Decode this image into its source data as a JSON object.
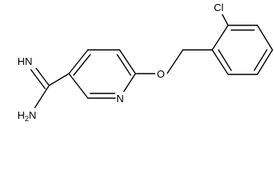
{
  "structure": {
    "atoms": {
      "imine": "HN",
      "amine": "H",
      "amine_h": "N",
      "amine_sub": "2",
      "pyridine_n": "N",
      "ether_o": "O",
      "chlorine": "Cl"
    },
    "colors": {
      "bond": "#000000",
      "label": "#000000",
      "background": "#ffffff"
    }
  }
}
